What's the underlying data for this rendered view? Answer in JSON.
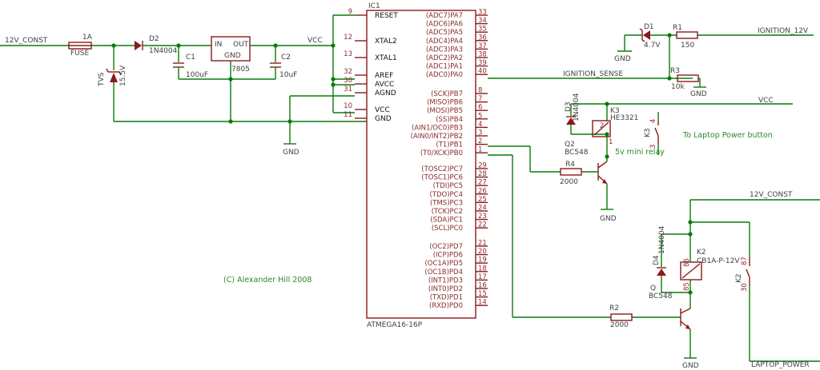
{
  "ic": {
    "ref": "IC1",
    "value": "ATMEGA16-16P",
    "left_pins": [
      {
        "name": "RESET",
        "num": "9"
      },
      {
        "name": "XTAL2",
        "num": "12"
      },
      {
        "name": "XTAL1",
        "num": "13"
      },
      {
        "name": "AREF",
        "num": "32"
      },
      {
        "name": "AVCC",
        "num": "30"
      },
      {
        "name": "AGND",
        "num": "31"
      },
      {
        "name": "VCC",
        "num": "10"
      },
      {
        "name": "GND",
        "num": "11"
      }
    ],
    "right_pins": [
      {
        "name": "(ADC7)PA7",
        "num": "33"
      },
      {
        "name": "(ADC6)PA6",
        "num": "34"
      },
      {
        "name": "(ADC5)PA5",
        "num": "35"
      },
      {
        "name": "(ADC4)PA4",
        "num": "36"
      },
      {
        "name": "(ADC3)PA3",
        "num": "37"
      },
      {
        "name": "(ADC2)PA2",
        "num": "38"
      },
      {
        "name": "(ADC1)PA1",
        "num": "39"
      },
      {
        "name": "(ADC0)PA0",
        "num": "40"
      },
      {
        "name": "(SCK)PB7",
        "num": "8"
      },
      {
        "name": "(MISO)PB6",
        "num": "7"
      },
      {
        "name": "(MOSI)PB5",
        "num": "6"
      },
      {
        "name": "(SS)PB4",
        "num": "5"
      },
      {
        "name": "(AIN1/OC0)PB3",
        "num": "4"
      },
      {
        "name": "(AIN0/INT2)PB2",
        "num": "3"
      },
      {
        "name": "(T1)PB1",
        "num": "2"
      },
      {
        "name": "(T0/XCK)PB0",
        "num": "1"
      },
      {
        "name": "(TOSC2)PC7",
        "num": "29"
      },
      {
        "name": "(TOSC1)PC6",
        "num": "28"
      },
      {
        "name": "(TDI)PC5",
        "num": "27"
      },
      {
        "name": "(TDO)PC4",
        "num": "26"
      },
      {
        "name": "(TMS)PC3",
        "num": "25"
      },
      {
        "name": "(TCK)PC2",
        "num": "24"
      },
      {
        "name": "(SDA)PC1",
        "num": "23"
      },
      {
        "name": "(SCL)PC0",
        "num": "22"
      },
      {
        "name": "(OC2)PD7",
        "num": "21"
      },
      {
        "name": "(ICP)PD6",
        "num": "20"
      },
      {
        "name": "(OC1A)PD5",
        "num": "19"
      },
      {
        "name": "(OC1B)PD4",
        "num": "18"
      },
      {
        "name": "(INT1)PD3",
        "num": "17"
      },
      {
        "name": "(INT0)PD2",
        "num": "16"
      },
      {
        "name": "(TXD)PD1",
        "num": "15"
      },
      {
        "name": "(RXD)PD0",
        "num": "14"
      }
    ]
  },
  "nets": {
    "v12_const": "12V_CONST",
    "vcc": "VCC",
    "vcc_k3": "VCC",
    "ignition_12v": "IGNITION_12V",
    "ignition_sense": "IGNITION_SENSE",
    "v12_const_k2": "12V_CONST",
    "laptop_power": "LAPTOP_POWER"
  },
  "gnd_labels": {
    "reg": "GND",
    "ic": "GND",
    "d1": "GND",
    "r3": "GND",
    "q2": "GND",
    "q1": "GND"
  },
  "components": {
    "fuse": {
      "value": "1A",
      "ref": "FUSE"
    },
    "d2": {
      "ref": "D2",
      "value": "1N4004"
    },
    "tvs": {
      "ref": "TVS",
      "value": "15.5V"
    },
    "c1": {
      "ref": "C1",
      "value": "100uF"
    },
    "reg": {
      "in": "IN",
      "out": "OUT",
      "gnd": "GND",
      "value": "7805"
    },
    "c2": {
      "ref": "C2",
      "value": "10uF"
    },
    "d1": {
      "ref": "D1",
      "value": "4.7V"
    },
    "r1": {
      "ref": "R1",
      "value": "150"
    },
    "r3": {
      "ref": "R3",
      "value": "10k"
    },
    "d3": {
      "ref": "D3",
      "value": "1N4004"
    },
    "k3": {
      "ref": "K3",
      "value": "HE3321",
      "contact_ref": "K3",
      "pin2": "2",
      "pin1": "1",
      "pin3": "3",
      "pin4": "4"
    },
    "q2": {
      "ref": "Q2",
      "value": "BC548"
    },
    "r4": {
      "ref": "R4",
      "value": "2000"
    },
    "d4": {
      "ref": "D4",
      "value": "1N4004"
    },
    "k2": {
      "ref": "K2",
      "value": "CB1A-P-12V",
      "contact_ref": "K2",
      "pin86": "86",
      "pin85": "85",
      "pin87": "87",
      "pin30": "30"
    },
    "q1": {
      "ref": "Q",
      "value": "BC548"
    },
    "r2": {
      "ref": "R2",
      "value": "2000"
    }
  },
  "notes": {
    "laptop_button": "To Laptop Power button",
    "mini_relay": "5v mini relay",
    "copyright": "(C) Alexander Hill 2008"
  }
}
